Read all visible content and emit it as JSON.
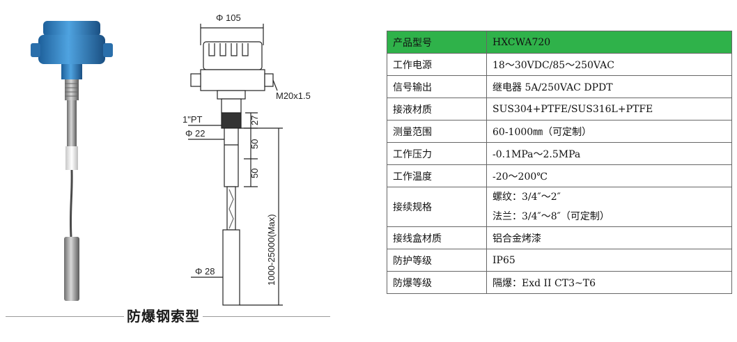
{
  "caption": "防爆钢索型",
  "drawing": {
    "dims": {
      "top_diameter": "Φ 105",
      "thread": "M20x1.5",
      "pipe_thread": "1\"PT",
      "rod_diameter": "Φ 22",
      "seg1": "27",
      "seg2": "50",
      "seg3": "50",
      "length": "1000-25000(Max)",
      "probe_diameter": "Φ 28"
    }
  },
  "spec_table": {
    "rows": [
      {
        "key": "产品型号",
        "value": "HXCWA720",
        "header": true
      },
      {
        "key": "工作电源",
        "value": "18～30VDC/85～250VAC"
      },
      {
        "key": "信号输出",
        "value": "继电器 5A/250VAC DPDT"
      },
      {
        "key": "接液材质",
        "value": "SUS304+PTFE/SUS316L+PTFE"
      },
      {
        "key": "测量范围",
        "value": "60-1000㎜（可定制）"
      },
      {
        "key": "工作压力",
        "value": "-0.1MPa～2.5MPa"
      },
      {
        "key": "工作温度",
        "value": "-20～200℃"
      },
      {
        "key": "接续规格",
        "value_lines": [
          "螺纹：3/4″～2″",
          "法兰：3/4″～8″（可定制）"
        ]
      },
      {
        "key": "接线盒材质",
        "value": "铝合金烤漆"
      },
      {
        "key": "防护等级",
        "value": "IP65"
      },
      {
        "key": "防爆等级",
        "value": "隔爆：Exd II CT3~T6"
      }
    ]
  },
  "colors": {
    "header_green": "#2fb24a",
    "housing_blue": "#2f86c8"
  }
}
